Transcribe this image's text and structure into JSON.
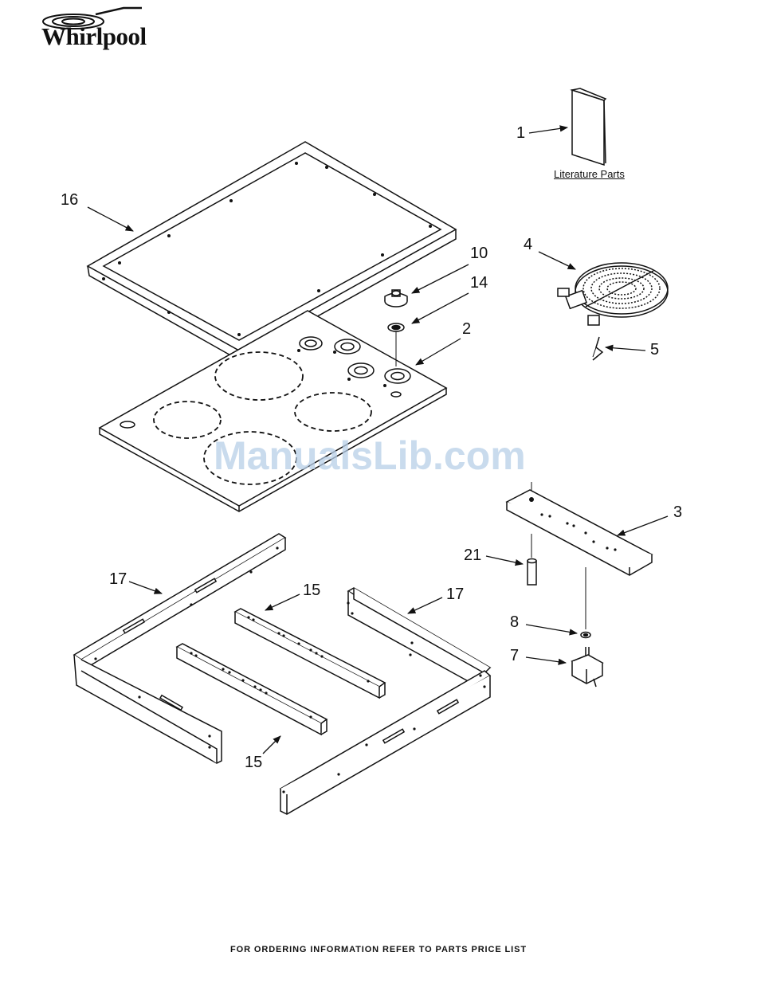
{
  "brand": {
    "logo_text": "Whirlpool"
  },
  "literature": {
    "caption": "Literature Parts"
  },
  "callouts": {
    "c1": "1",
    "c2": "2",
    "c3": "3",
    "c4": "4",
    "c5": "5",
    "c7": "7",
    "c8": "8",
    "c10": "10",
    "c14": "14",
    "c15a": "15",
    "c15b": "15",
    "c16": "16",
    "c17a": "17",
    "c17b": "17",
    "c21": "21"
  },
  "watermark": "ManualsLib.com",
  "footer": "FOR ORDERING INFORMATION REFER TO PARTS PRICE LIST",
  "colors": {
    "ink": "#111111",
    "watermark": "#b8cfe8",
    "background": "#ffffff"
  }
}
